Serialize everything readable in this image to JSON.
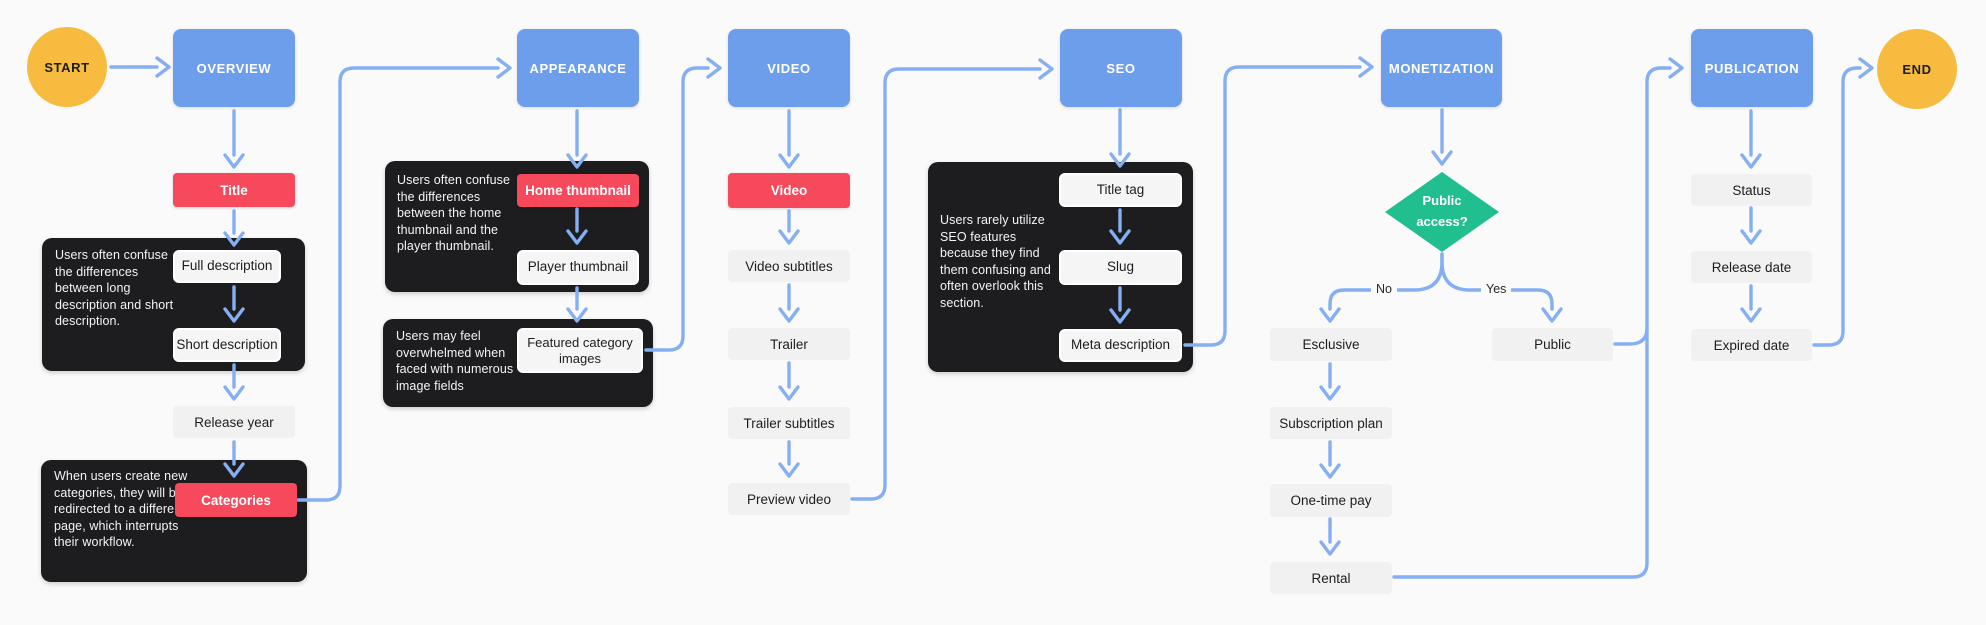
{
  "colors": {
    "page_bg": "#FAFAFA",
    "stage": "#6D9EEB",
    "highlight": "#F7495C",
    "terminal": "#F7BC3F",
    "decision": "#21BE8F",
    "panel": "#1D1D1F",
    "field": "#F1F1F2",
    "field_inner": "#F5F5F6",
    "connector": "#85AFF3",
    "ink": "#1D1D1F"
  },
  "nodes": {
    "start": "START",
    "overview": "OVERVIEW",
    "title": "Title",
    "full_description": "Full description",
    "short_description": "Short description",
    "release_year": "Release year",
    "categories": "Categories",
    "appearance": "APPEARANCE",
    "home_thumbnail": "Home thumbnail",
    "player_thumbnail": "Player thumbnail",
    "featured_category_images": "Featured category images",
    "video": "VIDEO",
    "video_field": "Video",
    "video_subtitles": "Video subtitles",
    "trailer": "Trailer",
    "trailer_subtitles": "Trailer subtitles",
    "preview_video": "Preview video",
    "seo": "SEO",
    "title_tag": "Title tag",
    "slug": "Slug",
    "meta_description": "Meta description",
    "monetization": "MONETIZATION",
    "public_access": "Public access?",
    "esclusive": "Esclusive",
    "subscription_plan": "Subscription plan",
    "one_time_pay": "One-time pay",
    "rental": "Rental",
    "public": "Public",
    "publication": "PUBLICATION",
    "status": "Status",
    "release_date": "Release date",
    "expired_date": "Expired date",
    "end": "END"
  },
  "branch_labels": {
    "no": "No",
    "yes": "Yes"
  },
  "annotations": {
    "descriptions_note": "Users often confuse the differences between long description and short description.",
    "categories_note": "When users create new categories, they will be redirected to a different page, which interrupts their workflow.",
    "thumbnails_note": "Users often confuse the differences between the home thumbnail and the player thumbnail.",
    "images_note": "Users may feel overwhelmed when faced with numerous image fields",
    "seo_note": "Users rarely utilize SEO features because they find them confusing and often overlook this section."
  }
}
